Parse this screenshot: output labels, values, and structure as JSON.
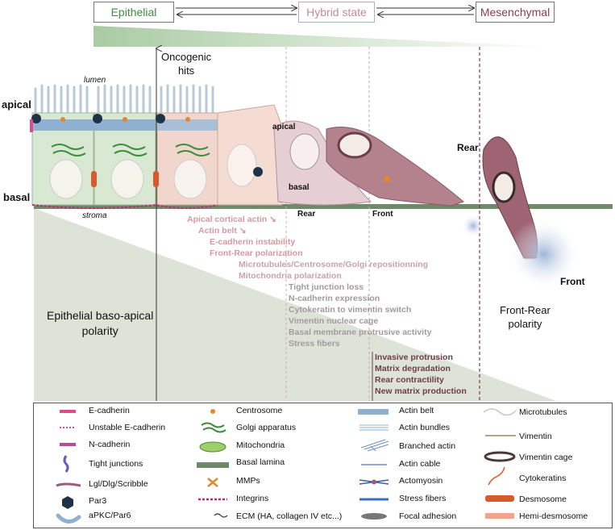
{
  "stages": {
    "epithelial": "Epithelial",
    "hybrid": "Hybrid state",
    "mesenchymal": "Mesenchymal"
  },
  "labels": {
    "oncogenic": "Oncogenic\nhits",
    "lumen": "lumen",
    "stroma": "stroma",
    "apical_left": "apical",
    "basal_left": "basal",
    "apical_mid": "apical",
    "basal_mid": "basal",
    "rear_mid": "Rear",
    "front_mid": "Front",
    "rear_right": "Rear",
    "front_right": "Front",
    "epithelial_polarity": "Epithelial baso-apical\npolarity",
    "front_rear_polarity": "Front-Rear\npolarity"
  },
  "steps": {
    "group1": [
      "Apical cortical actin ↘",
      "Actin belt ↘",
      "E-cadherin instability",
      "Front-Rear polarization"
    ],
    "group2": [
      "Microtubules/Centrosome/Golgi repositionning",
      "Mitochondria polarization"
    ],
    "group3": [
      "Tight junction loss",
      "N-cadherin expression",
      "Cytokeratin to vimentin switch",
      "Vimentin nuclear cage",
      "Basal membrane protrusive activity",
      "Stress fibers"
    ],
    "group4": [
      "Invasive protrusion",
      "Matrix degradation",
      "Rear contractility",
      "New matrix production"
    ]
  },
  "colors": {
    "epithelial": "#3e8e3e",
    "hybrid": "#c48a96",
    "mesenchymal": "#8a3d4f",
    "step1": "#d49aa2",
    "step2": "#c9a2b2",
    "step3": "#a29a9c",
    "step4": "#6e3c46",
    "triangle": "#dde4d7"
  },
  "legend": {
    "col1": [
      {
        "label": "E-cadherin",
        "icon": "e-cadherin-icon"
      },
      {
        "label": "Unstable E-cadherin",
        "icon": "unstable-e-cadherin-icon"
      },
      {
        "label": "N-cadherin",
        "icon": "n-cadherin-icon"
      },
      {
        "label": "Tight junctions",
        "icon": "tight-junction-icon"
      },
      {
        "label": "Lgl/Dlg/Scribble",
        "icon": "lgl-dlg-scribble-icon"
      },
      {
        "label": "Par3",
        "icon": "par3-icon"
      },
      {
        "label": "aPKC/Par6",
        "icon": "apkc-par6-icon"
      }
    ],
    "col2": [
      {
        "label": "Centrosome",
        "icon": "centrosome-icon"
      },
      {
        "label": "Golgi apparatus",
        "icon": "golgi-icon"
      },
      {
        "label": "Mitochondria",
        "icon": "mitochondria-icon"
      },
      {
        "label": "Basal lamina",
        "icon": "basal-lamina-icon"
      },
      {
        "label": "MMPs",
        "icon": "mmps-icon"
      },
      {
        "label": "Integrins",
        "icon": "integrins-icon"
      },
      {
        "label": "ECM (HA, collagen IV etc...)",
        "icon": "ecm-icon"
      }
    ],
    "col3": [
      {
        "label": "Actin belt",
        "icon": "actin-belt-icon"
      },
      {
        "label": "Actin bundles",
        "icon": "actin-bundles-icon"
      },
      {
        "label": "Branched actin",
        "icon": "branched-actin-icon"
      },
      {
        "label": "Actin cable",
        "icon": "actin-cable-icon"
      },
      {
        "label": "Actomyosin",
        "icon": "actomyosin-icon"
      },
      {
        "label": "Stress fibers",
        "icon": "stress-fibers-icon"
      },
      {
        "label": "Focal adhesion",
        "icon": "focal-adhesion-icon"
      }
    ],
    "col4": [
      {
        "label": "Microtubules",
        "icon": "microtubules-icon"
      },
      {
        "label": "Vimentin",
        "icon": "vimentin-icon"
      },
      {
        "label": "Vimentin cage",
        "icon": "vimentin-cage-icon"
      },
      {
        "label": "Cytokeratins",
        "icon": "cytokeratins-icon"
      },
      {
        "label": "Desmosome",
        "icon": "desmosome-icon"
      },
      {
        "label": "Hemi-desmosome",
        "icon": "hemi-desmosome-icon"
      }
    ]
  }
}
